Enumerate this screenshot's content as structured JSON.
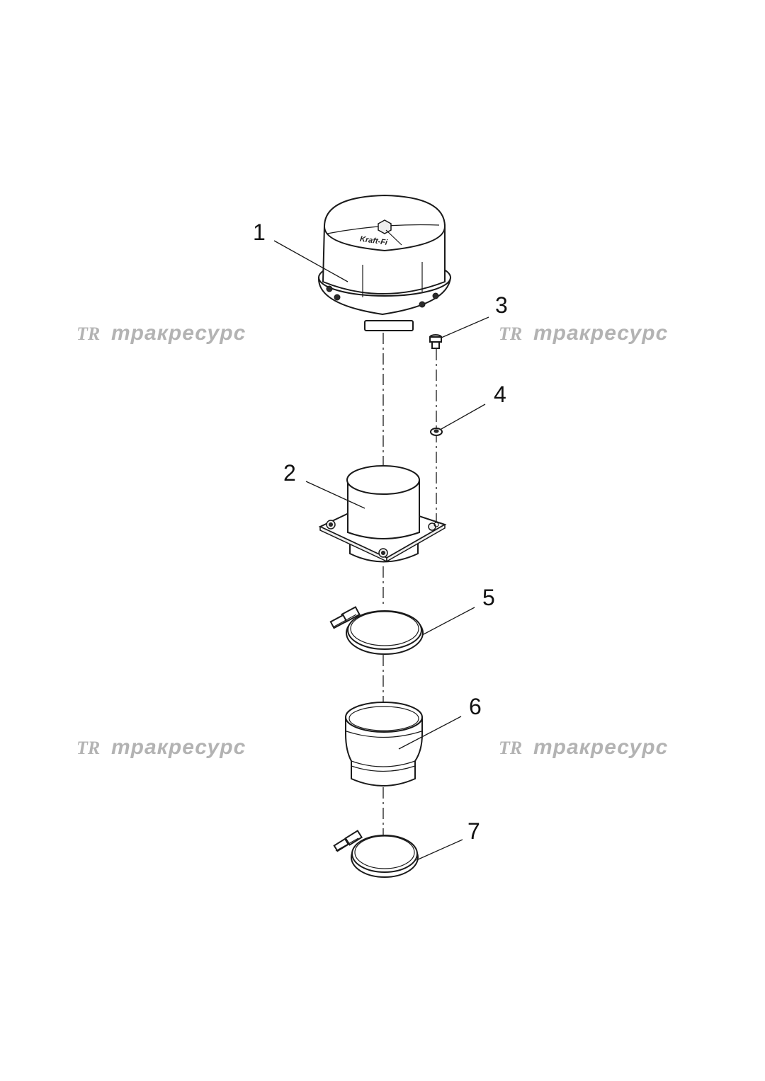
{
  "callouts": {
    "c1": "1",
    "c2": "2",
    "c3": "3",
    "c4": "4",
    "c5": "5",
    "c6": "6",
    "c7": "7"
  },
  "watermark": {
    "logo": "TR",
    "text": "тракресурс"
  },
  "cover_logo_text": "Kraft-Fi"
}
